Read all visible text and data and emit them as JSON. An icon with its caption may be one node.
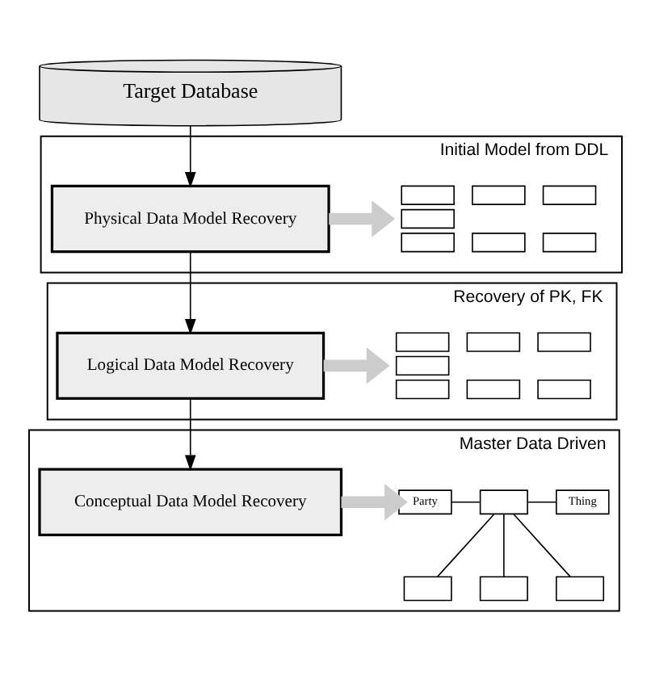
{
  "diagram": {
    "nodes": [
      {
        "text": [
          "Target Database"
        ]
      },
      {
        "text": [
          "Initial Model from DDL"
        ]
      },
      {
        "text": [
          "Physical Data Model Recovery"
        ],
        "in": 1
      },
      {
        "text": [],
        "shape": "picture",
        "in": 1
      },
      {
        "text": [
          "Recovery of PK, FK"
        ]
      },
      {
        "text": [
          "Logical Data Model Recovery"
        ],
        "in": 4
      },
      {
        "text": [],
        "shape": "picture",
        "in": 4
      },
      {
        "text": [
          "Master Data Driven"
        ]
      },
      {
        "text": [
          "Conceptual Data Model Recovery"
        ],
        "in": 7
      },
      {
        "text": [
          "Party"
        ],
        "in": 7
      },
      {
        "text": [],
        "shape": "box",
        "in": 7
      },
      {
        "text": [
          "Thing"
        ],
        "in": 7
      },
      {
        "text": [],
        "shape": "box",
        "in": 7
      },
      {
        "text": [],
        "shape": "box",
        "in": 7
      },
      {
        "text": [],
        "shape": "box",
        "in": 7
      }
    ],
    "edges": [
      {
        "from": 0,
        "to": 2,
        "arrow": "to"
      },
      {
        "from": 2,
        "to": 5,
        "arrow": "to"
      },
      {
        "from": 5,
        "to": 8,
        "arrow": "to"
      },
      {
        "from": 2,
        "to": 3,
        "arrow": "to",
        "style": "thick",
        "color": "#cccccc"
      },
      {
        "from": 5,
        "to": 6,
        "arrow": "to",
        "style": "thick",
        "color": "#cccccc"
      },
      {
        "from": 8,
        "to": 9,
        "arrow": "to",
        "style": "thick",
        "color": "#cccccc"
      },
      {
        "from": 9,
        "to": 10,
        "arrow": "none"
      },
      {
        "from": 10,
        "to": 11,
        "arrow": "none"
      },
      {
        "from": 10,
        "to": 12,
        "arrow": "none"
      },
      {
        "from": 10,
        "to": 13,
        "arrow": "none"
      },
      {
        "from": 10,
        "to": 14,
        "arrow": "none"
      }
    ]
  }
}
